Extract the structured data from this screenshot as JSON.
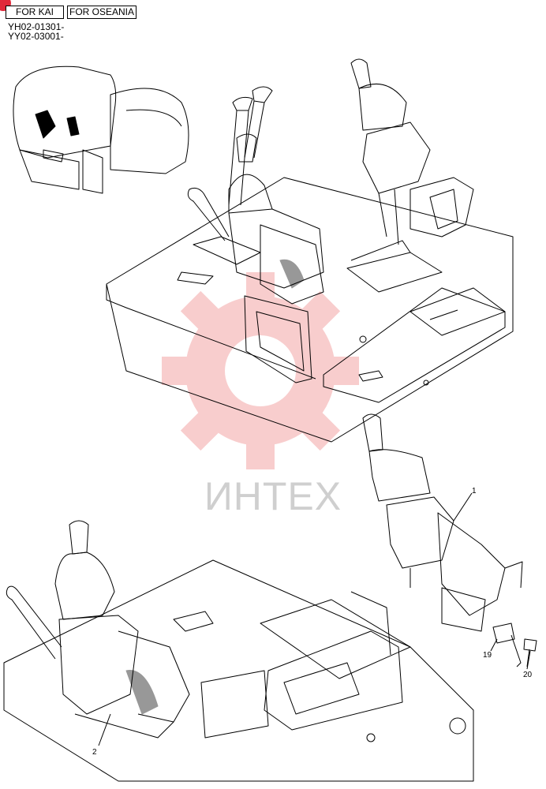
{
  "header": {
    "tags": [
      "FOR KAI",
      "FOR OSEANIA"
    ],
    "serials": [
      "YH02-01301-",
      "YY02-03001-"
    ]
  },
  "watermark": {
    "text": "ИНТЕХ",
    "color": "#f4a6a6"
  },
  "callouts": [
    {
      "id": "1",
      "label": "1"
    },
    {
      "id": "19",
      "label": "19"
    },
    {
      "id": "20",
      "label": "20"
    },
    {
      "id": "2",
      "label": "2"
    }
  ]
}
